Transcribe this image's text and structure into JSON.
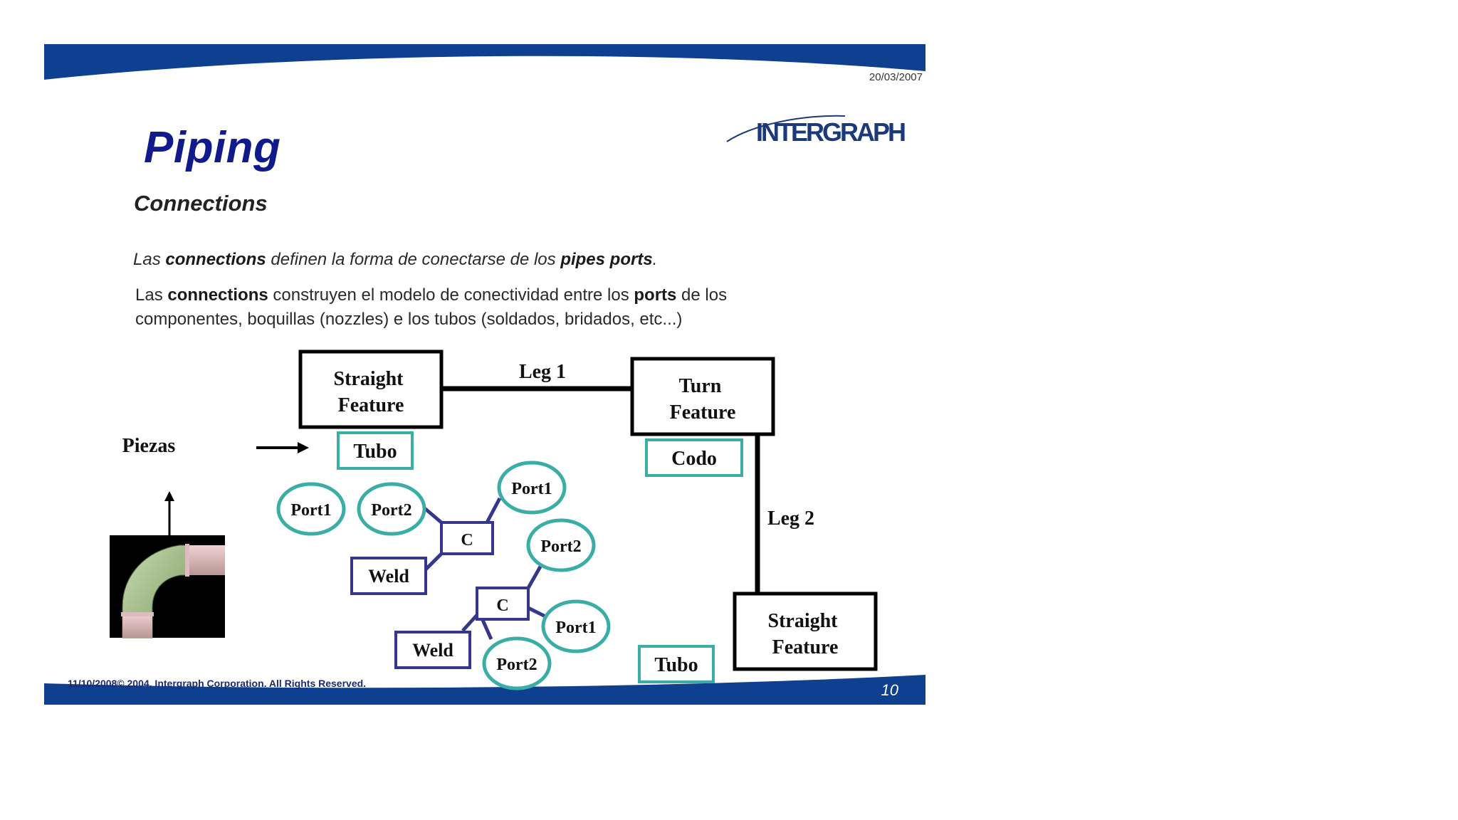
{
  "slide": {
    "date": "20/03/2007",
    "logo_text": "INTERGRAPH",
    "title": "Piping",
    "subtitle": "Connections",
    "intro": {
      "pre": "Las ",
      "bold1": "connections",
      "mid": " definen la forma de conectarse de los ",
      "bold2": "pipes ports",
      "post": "."
    },
    "detail": {
      "pre": "Las ",
      "bold1": "connections",
      "mid": " construyen el modelo de conectividad entre los ",
      "bold2": "ports",
      "post": " de los componentes, boquillas (nozzles) e los tubos (soldados, bridados, etc...)"
    },
    "footer": "11/10/2008© 2004. Intergraph Corporation. All Rights Reserved.",
    "page_number": "10"
  },
  "diagram": {
    "straight_feature_1": "Straight\nFeature",
    "leg1": "Leg 1",
    "turn_feature": "Turn\nFeature",
    "piezas": "Piezas",
    "tubo_1": "Tubo",
    "codo": "Codo",
    "leg2": "Leg 2",
    "straight_feature_2": "Straight\nFeature",
    "tubo_2": "Tubo",
    "ports": {
      "port1_a": "Port1",
      "port2_a": "Port2",
      "port1_b": "Port1",
      "port2_b": "Port2",
      "port1_c": "Port1",
      "port2_c": "Port2"
    },
    "connection_1": "C",
    "connection_2": "C",
    "weld_1": "Weld",
    "weld_2": "Weld"
  },
  "colors": {
    "brand_blue": "#0f3f8f",
    "title_blue": "#101a8a",
    "teal": "#3aaea6",
    "navy_box": "#34378c"
  }
}
